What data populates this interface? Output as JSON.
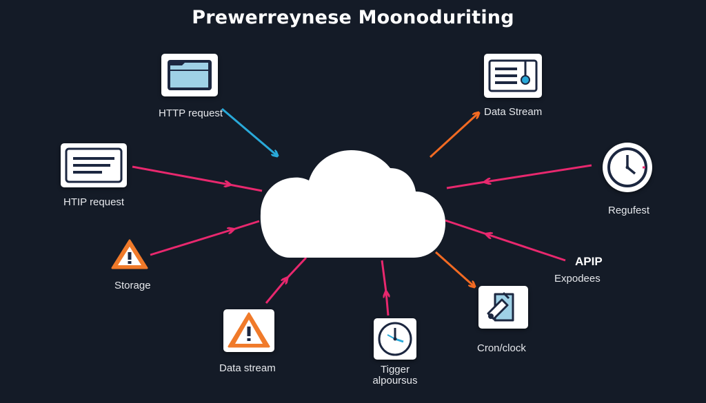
{
  "title": "Prewerreynese Moonoduriting",
  "nodes": {
    "top_left": {
      "label": "HTTP request",
      "icon": "folder-icon"
    },
    "left_upper": {
      "label": "HTIP request",
      "icon": "document-icon"
    },
    "left_lower": {
      "label": "Storage",
      "icon": "warning-icon"
    },
    "bottom_left": {
      "label": "Data stream",
      "icon": "warning-icon"
    },
    "bottom_center": {
      "label_line1": "Tigger",
      "label_line2": "alpoursus",
      "icon": "clock-icon"
    },
    "bottom_right": {
      "label": "Cron/clock",
      "icon": "tag-icon"
    },
    "right_lower": {
      "label_line1": "APIP",
      "label_line2": "Expodees"
    },
    "right_upper": {
      "label": "Regufest",
      "icon": "clock-icon"
    },
    "top_right": {
      "label": "Data Stream",
      "icon": "server-icon"
    }
  },
  "colors": {
    "background": "#141b27",
    "cloud": "#ffffff",
    "arrow_pink": "#e8286e",
    "arrow_orange": "#f26a22",
    "arrow_blue": "#29a9d9",
    "warning_orange": "#f07a2a",
    "icon_dark": "#1c2740"
  }
}
